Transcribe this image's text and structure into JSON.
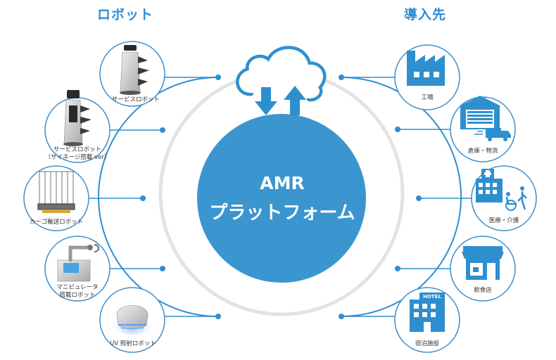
{
  "headings": {
    "robots": "ロボット",
    "destinations": "導入先"
  },
  "hub": {
    "line1": "AMR",
    "line2": "プラットフォーム"
  },
  "robots": [
    {
      "label": "サービスロボット",
      "icon": "service-robot-icon"
    },
    {
      "label": "サービスロボット\n（サイネージ搭載 ver）",
      "icon": "signage-robot-icon"
    },
    {
      "label": "カーゴ輸送ロボット",
      "icon": "cargo-robot-icon"
    },
    {
      "label": "マニピュレータ\n搭載ロボット",
      "icon": "manipulator-robot-icon"
    },
    {
      "label": "UV 照射ロボット",
      "icon": "uv-robot-icon"
    }
  ],
  "destinations": [
    {
      "label": "工場",
      "icon": "factory-icon"
    },
    {
      "label": "倉庫・物流",
      "icon": "warehouse-icon"
    },
    {
      "label": "医療・介護",
      "icon": "hospital-icon"
    },
    {
      "label": "飲食店",
      "icon": "restaurant-icon"
    },
    {
      "label": "宿泊施設",
      "icon": "hotel-icon"
    }
  ],
  "hotel_sign": "HOTEL",
  "colors": {
    "accent": "#2e8fcf",
    "hub": "#3b95cf",
    "ring": "#e3e3e3",
    "node_border": "#3b8fd0"
  }
}
